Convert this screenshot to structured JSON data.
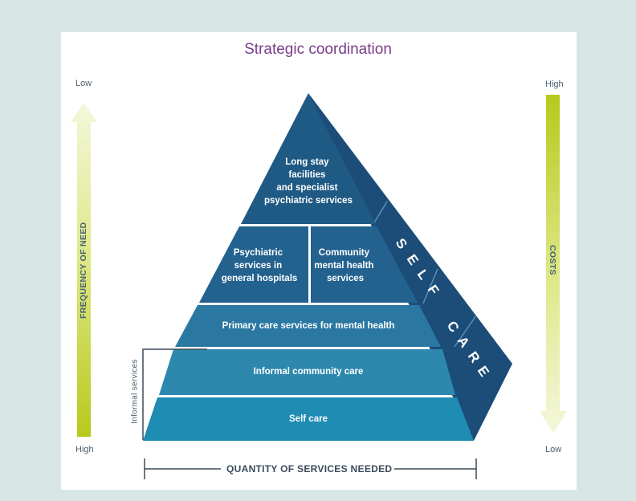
{
  "title": "Strategic coordination",
  "frequency_axis": {
    "top": "Low",
    "bottom": "High",
    "label": "FREQUENCY OF NEED"
  },
  "costs_axis": {
    "top": "High",
    "bottom": "Low",
    "label": "COSTS"
  },
  "informal_services_label": "Informal services",
  "quantity_label": "QUANTITY OF SERVICES NEEDED",
  "pyramid": {
    "top": [
      "Long stay",
      "facilities",
      "and specialist",
      "psychiatric services"
    ],
    "left_mid": [
      "Psychiatric",
      "services in",
      "general hospitals"
    ],
    "right_mid": [
      "Community",
      "mental health",
      "services"
    ],
    "primary": "Primary care services for mental health",
    "informal": "Informal community care",
    "self": "Self care"
  },
  "side_label": [
    "S",
    "E",
    "L",
    "F",
    "C",
    "A",
    "R",
    "E"
  ],
  "colors": {
    "tier_top": "#1f5a85",
    "tier_mid": "#23628f",
    "tier_primary": "#2a78a2",
    "tier_informal": "#2e88ae",
    "tier_self": "#1f8cb3",
    "side_face": "#1b4d78",
    "arrow_green": "#b4c81e"
  }
}
